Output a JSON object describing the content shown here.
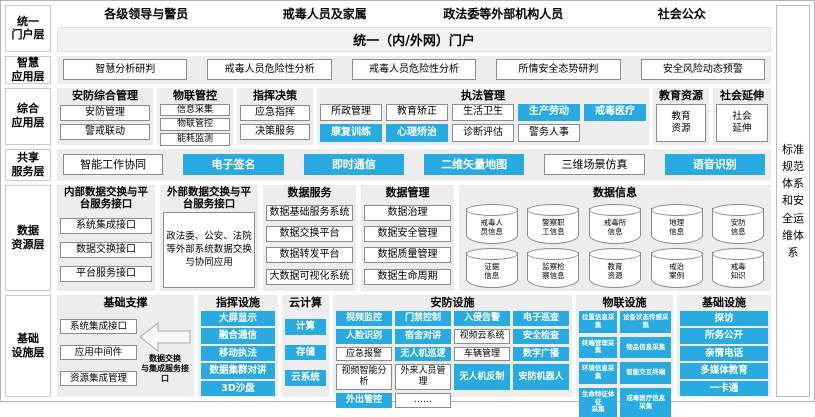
{
  "colors": {
    "accent_blue": "#29abe2",
    "panel_gray": "#ededed"
  },
  "icons": {
    "database": "cylinder-icon",
    "data_flow": "left-arrow-icon"
  },
  "sidebar": {
    "layers": [
      {
        "label": "统一\n门户层"
      },
      {
        "label": "智慧\n应用层"
      },
      {
        "label": "综合\n应用层"
      },
      {
        "label": "共享\n服务层"
      },
      {
        "label": "数据\n资源层"
      },
      {
        "label": "基础\n设施层"
      }
    ]
  },
  "right_strip": {
    "label": "标准规范体系和安全运维体系"
  },
  "portal": {
    "audiences": [
      "各级领导与警员",
      "戒毒人员及家属",
      "政法委等外部机构人员",
      "社会公众"
    ],
    "bar": "统一（内/外网）门户"
  },
  "smart": {
    "items": [
      "智慧分析研判",
      "戒毒人员危险性分析",
      "戒毒人员危险性分析",
      "所情安全态势研判",
      "安全风险动态预警"
    ]
  },
  "comprehensive": {
    "security": {
      "title": "安防综合管理",
      "items": [
        "安防管理",
        "警戒联动"
      ]
    },
    "iot": {
      "title": "物联管控",
      "items": [
        "信息采集",
        "物联管控",
        "能耗监测"
      ]
    },
    "command": {
      "title": "指挥决策",
      "items": [
        "应急指挥",
        "决策服务"
      ]
    },
    "law": {
      "title": "执法管理",
      "items": [
        {
          "label": "所政管理",
          "style": "white"
        },
        {
          "label": "教育矫正",
          "style": "white"
        },
        {
          "label": "生活卫生",
          "style": "white"
        },
        {
          "label": "生产劳动",
          "style": "blue"
        },
        {
          "label": "戒毒医疗",
          "style": "blue"
        },
        {
          "label": "康复训练",
          "style": "blue"
        },
        {
          "label": "心理矫治",
          "style": "blue"
        },
        {
          "label": "诊断评估",
          "style": "white"
        },
        {
          "label": "警务人事",
          "style": "white"
        }
      ]
    },
    "edu": {
      "title": "教育资源",
      "box": "教育\n资源"
    },
    "social": {
      "title": "社会延伸",
      "box": "社会\n延伸"
    }
  },
  "shared": {
    "items": [
      {
        "label": "智能工作协同",
        "style": "white"
      },
      {
        "label": "电子签名",
        "style": "blue"
      },
      {
        "label": "即时通信",
        "style": "blue"
      },
      {
        "label": "二维矢量地图",
        "style": "blue"
      },
      {
        "label": "三维场景仿真",
        "style": "white"
      },
      {
        "label": "语音识别",
        "style": "blue"
      }
    ]
  },
  "data_resources": {
    "internal": {
      "title": "内部数据交换与平台服务接口",
      "items": [
        "系统集成接口",
        "数据交换接口",
        "平台服务接口"
      ]
    },
    "external": {
      "title": "外部数据交换与平台服务接口",
      "box": "政法委、公安、法院等外部系统数据交换与协同应用"
    },
    "services": {
      "title": "数据服务",
      "items": [
        "数据基础服务系统",
        "数据交换平台",
        "数据转发平台",
        "大数据可视化系统"
      ]
    },
    "management": {
      "title": "数据管理",
      "items": [
        "数据治理",
        "数据安全管理",
        "数据质量管理",
        "数据生命周期"
      ]
    },
    "info": {
      "title": "数据信息",
      "cylinders": [
        "戒毒人\n员信息",
        "警察职\n工信息",
        "戒毒所\n信息",
        "地理\n信息",
        "安防\n信息",
        "证据\n信息",
        "监察检\n察信息",
        "教育\n资源",
        "戒治\n案例",
        "戒毒\n知识"
      ]
    }
  },
  "infrastructure": {
    "base": {
      "title": "基础支撑",
      "items": [
        "系统集成接口",
        "应用中间件",
        "资源集成管理"
      ],
      "arrow_label": "数据交换\n与集成服务接口"
    },
    "command": {
      "title": "指挥设施",
      "items": [
        "大屏显示",
        "融合通信",
        "移动执法",
        "数据集群对讲",
        "3D沙盘"
      ]
    },
    "cloud": {
      "title": "云计算",
      "items": [
        "计算",
        "存储",
        "云系统"
      ]
    },
    "security": {
      "title": "安防设施",
      "items": [
        {
          "label": "视频监控",
          "style": "blue"
        },
        {
          "label": "门禁控制",
          "style": "blue"
        },
        {
          "label": "入侵告警",
          "style": "blue"
        },
        {
          "label": "电子巡查",
          "style": "blue"
        },
        {
          "label": "人脸识别",
          "style": "blue"
        },
        {
          "label": "宿舍对讲",
          "style": "blue"
        },
        {
          "label": "视频云系统",
          "style": "white"
        },
        {
          "label": "安全检查",
          "style": "blue"
        },
        {
          "label": "应急报警",
          "style": "white"
        },
        {
          "label": "无人机巡逻",
          "style": "blue"
        },
        {
          "label": "车辆管理",
          "style": "white"
        },
        {
          "label": "数字广播",
          "style": "blue"
        },
        {
          "label": "视频智能分析",
          "style": "white"
        },
        {
          "label": "外来人员管理",
          "style": "white"
        },
        {
          "label": "无人机反制",
          "style": "blue"
        },
        {
          "label": "安防机器人",
          "style": "blue"
        },
        {
          "label": "外出管控",
          "style": "blue"
        },
        {
          "label": "……",
          "style": "white"
        }
      ]
    },
    "iot": {
      "title": "物联设施",
      "items": [
        {
          "label": "位置信息采集",
          "style": "blue"
        },
        {
          "label": "设备状态传感采集",
          "style": "blue"
        },
        {
          "label": "终端管理采集",
          "style": "blue"
        },
        {
          "label": "物品信息采集",
          "style": "blue"
        },
        {
          "label": "环境信息采集",
          "style": "blue"
        },
        {
          "label": "智能交互终端",
          "style": "blue"
        },
        {
          "label": "生命特征体征\n采集",
          "style": "blue"
        },
        {
          "label": "戒毒医疗信息\n采集",
          "style": "blue"
        }
      ]
    },
    "basic": {
      "title": "基础设施",
      "items": [
        "探访",
        "所务公开",
        "亲情电话",
        "多媒体教育",
        "一卡通"
      ]
    }
  }
}
